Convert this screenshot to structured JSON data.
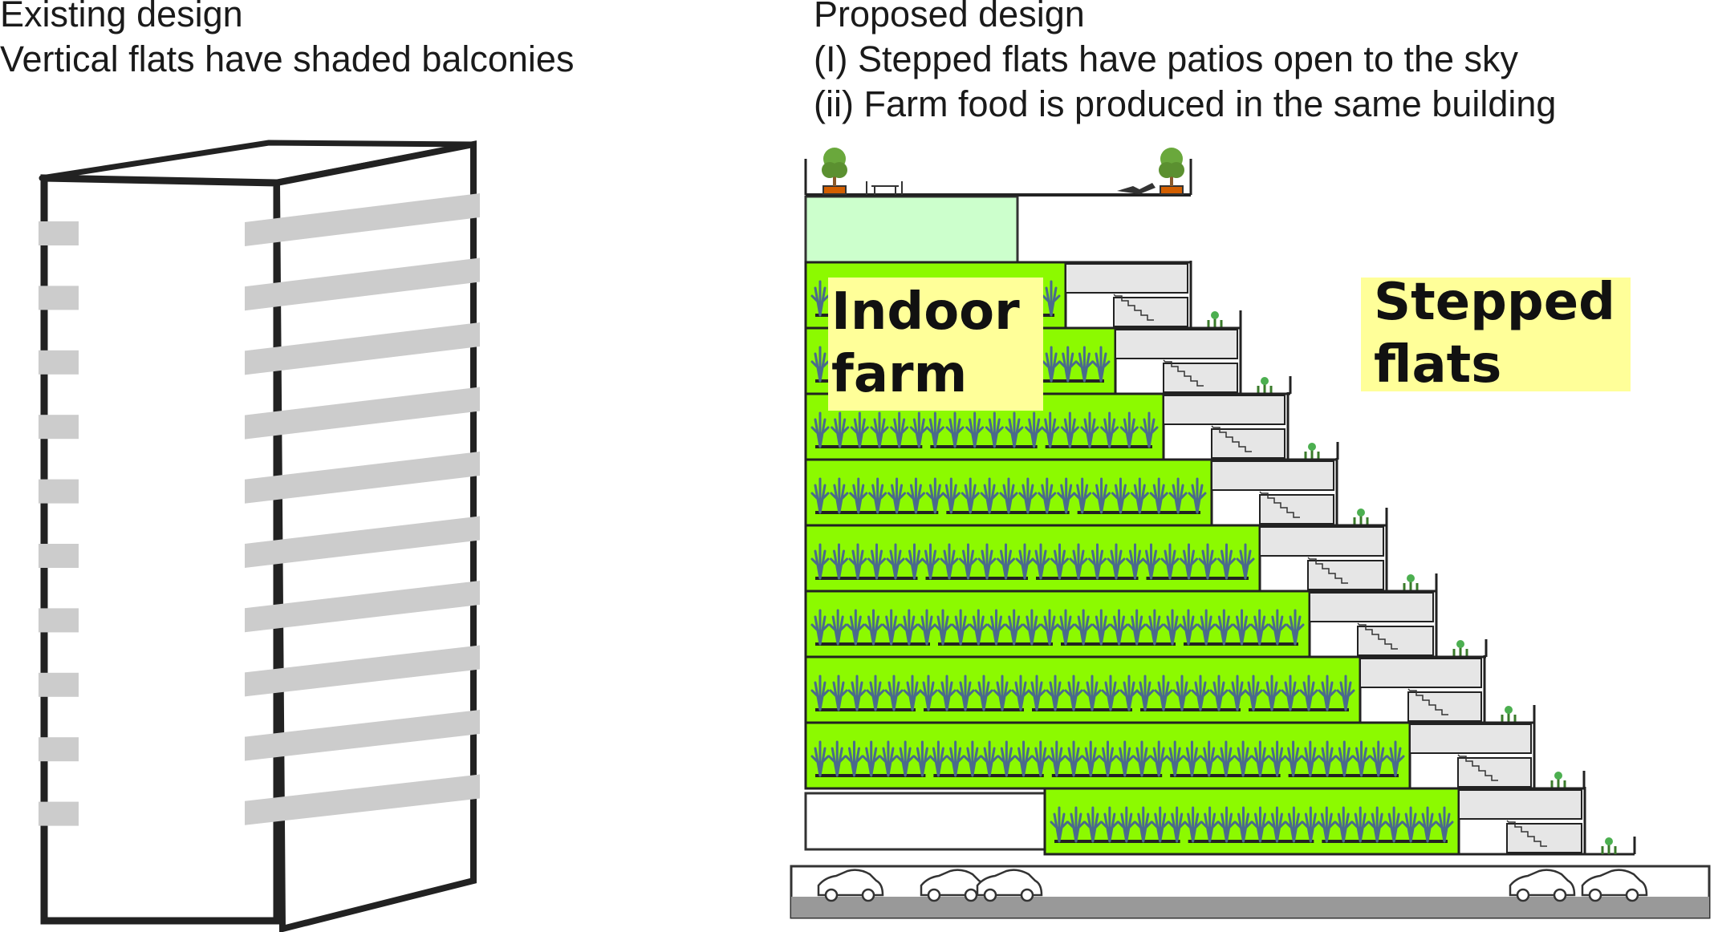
{
  "existing": {
    "title": "Existing design",
    "subtitle": "Vertical flats have shaded balconies"
  },
  "proposed": {
    "title": "Proposed design",
    "point1": "(I) Stepped flats have patios open to the sky",
    "point2": "(ii) Farm food is produced in the same building"
  },
  "labels": {
    "farm_line1": "Indoor",
    "farm_line2": "farm",
    "flats_line1": "Stepped",
    "flats_line2": "flats"
  },
  "colors": {
    "farm_green": "#8cfa00",
    "roof_garden": "#ccffcc",
    "flat_grey": "#e6e6e6",
    "balcony_grey": "#cccccc",
    "label_highlight": "#ffff99",
    "plant": "#4a6a8c",
    "ground": "#999999"
  }
}
